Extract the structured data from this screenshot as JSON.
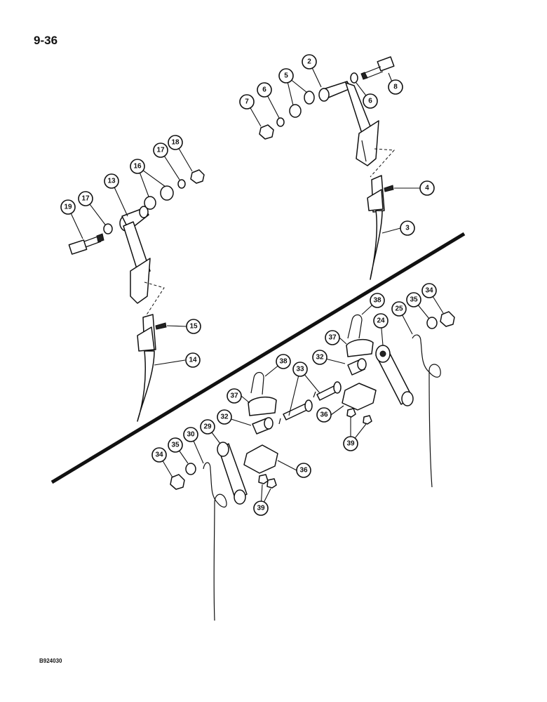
{
  "page": {
    "number": "9-36",
    "reference_code": "B924030"
  },
  "callouts": [
    {
      "id": "c2",
      "label": "2"
    },
    {
      "id": "c3",
      "label": "3"
    },
    {
      "id": "c4",
      "label": "4"
    },
    {
      "id": "c5",
      "label": "5"
    },
    {
      "id": "c6a",
      "label": "6"
    },
    {
      "id": "c6b",
      "label": "6"
    },
    {
      "id": "c7",
      "label": "7"
    },
    {
      "id": "c8",
      "label": "8"
    },
    {
      "id": "c13",
      "label": "13"
    },
    {
      "id": "c14",
      "label": "14"
    },
    {
      "id": "c15",
      "label": "15"
    },
    {
      "id": "c16",
      "label": "16"
    },
    {
      "id": "c17a",
      "label": "17"
    },
    {
      "id": "c17b",
      "label": "17"
    },
    {
      "id": "c18",
      "label": "18"
    },
    {
      "id": "c19",
      "label": "19"
    },
    {
      "id": "c24",
      "label": "24"
    },
    {
      "id": "c25",
      "label": "25"
    },
    {
      "id": "c29",
      "label": "29"
    },
    {
      "id": "c30",
      "label": "30"
    },
    {
      "id": "c32a",
      "label": "32"
    },
    {
      "id": "c32b",
      "label": "32"
    },
    {
      "id": "c33",
      "label": "33"
    },
    {
      "id": "c34a",
      "label": "34"
    },
    {
      "id": "c34b",
      "label": "34"
    },
    {
      "id": "c35a",
      "label": "35"
    },
    {
      "id": "c35b",
      "label": "35"
    },
    {
      "id": "c36a",
      "label": "36"
    },
    {
      "id": "c36b",
      "label": "36"
    },
    {
      "id": "c37a",
      "label": "37"
    },
    {
      "id": "c37b",
      "label": "37"
    },
    {
      "id": "c38a",
      "label": "38"
    },
    {
      "id": "c38b",
      "label": "38"
    },
    {
      "id": "c39a",
      "label": "39"
    },
    {
      "id": "c39b",
      "label": "39"
    }
  ]
}
